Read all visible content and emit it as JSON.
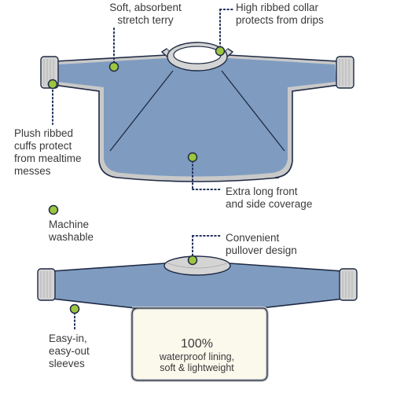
{
  "colors": {
    "bib_blue": "#7f9cc0",
    "trim_gray": "#c9c9c9",
    "rib_gray": "#d4d4d4",
    "outline": "#1f2a44",
    "dot_green": "#9dc63f",
    "leader_navy": "#1f2f5c",
    "lining": "#fbf8ec",
    "text": "#3a3a3a"
  },
  "callouts": {
    "soft": {
      "lines": [
        "Soft, absorbent",
        "stretch terry"
      ]
    },
    "collar": {
      "lines": [
        "High ribbed collar",
        "protects from drips"
      ]
    },
    "cuffs": {
      "lines": [
        "Plush ribbed",
        "cuffs protect",
        "from mealtime",
        "messes"
      ]
    },
    "coverage": {
      "lines": [
        "Extra long front",
        "and side coverage"
      ]
    },
    "washable": {
      "lines": [
        "Machine",
        "washable"
      ]
    },
    "pullover": {
      "lines": [
        "Convenient",
        "pullover design"
      ]
    },
    "sleeves": {
      "lines": [
        "Easy-in,",
        "easy-out",
        "sleeves"
      ]
    },
    "lining": {
      "headline": "100%",
      "lines": [
        "waterproof lining,",
        "soft & lightweight"
      ]
    }
  }
}
